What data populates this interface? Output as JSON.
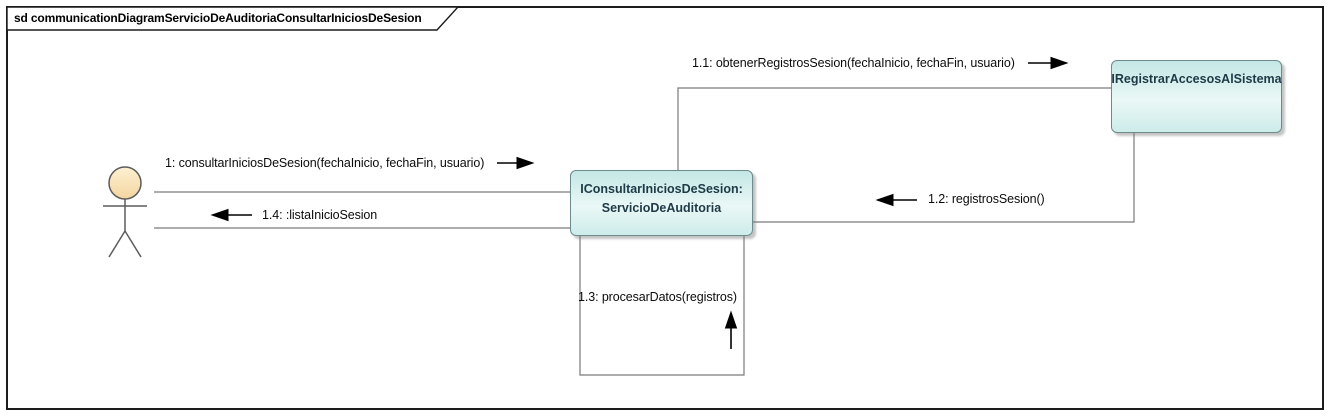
{
  "frame": {
    "title": "sd communicationDiagramServicioDeAuditoriaConsultarIniciosDeSesion"
  },
  "lifelines": {
    "actor": {
      "icon": "stick-figure-actor"
    },
    "servicio": {
      "line1": "IConsultarIniciosDeSesion:",
      "line2": "ServicioDeAuditoria"
    },
    "registrar": {
      "label": "IRegistrarAccesosAlSistema"
    }
  },
  "messages": {
    "m1": {
      "text": "1: consultarIniciosDeSesion(fechaInicio, fechaFin, usuario)",
      "direction": "right"
    },
    "m11": {
      "text": "1.1: obtenerRegistrosSesion(fechaInicio, fechaFin, usuario)",
      "direction": "right"
    },
    "m12": {
      "text": "1.2: registrosSesion()",
      "direction": "left"
    },
    "m13": {
      "text": "1.3: procesarDatos(registros)",
      "direction": "up"
    },
    "m14": {
      "text": "1.4: :listaInicioSesion",
      "direction": "left"
    }
  },
  "colors": {
    "object_fill_top": "#c3e7e5",
    "object_fill_mid": "#eaf8f6",
    "object_fill_bottom": "#cdecea",
    "object_border": "#6d8a8d",
    "object_text": "#1e3a47",
    "actor_head_top": "#fdf0d2",
    "actor_head_bottom": "#f3d6a0",
    "link_line": "#7a7a7a",
    "arrow": "#000000",
    "frame_border": "#1c1c1c"
  }
}
